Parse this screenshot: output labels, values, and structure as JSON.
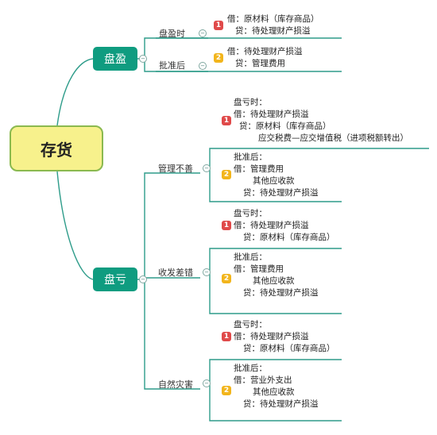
{
  "root": "存货",
  "colors": {
    "line": "#2e9c8a",
    "node": "#0f9c80",
    "root_fill": "#f7f18c",
    "root_border": "#8ab94f",
    "badge1": "#e04a4a",
    "badge2": "#f2b51c"
  },
  "icons": {
    "toggle": "minus-circle-icon",
    "priority1": "priority-1-icon",
    "priority2": "priority-2-icon"
  },
  "surplus": {
    "label": "盘盈",
    "found": {
      "label": "盘盈时",
      "badge": "1",
      "lines": [
        "借：原材料（库存商品）",
        "贷：待处理财产损溢"
      ]
    },
    "approved": {
      "label": "批准后",
      "badge": "2",
      "lines": [
        "借：待处理财产损溢",
        "贷：管理费用"
      ]
    }
  },
  "deficit": {
    "label": "盘亏",
    "mismanage": {
      "label": "管理不善",
      "found": {
        "badge": "1",
        "lines": [
          "盘亏时：",
          "借：待处理财产损溢",
          "贷：原材料（库存商品）",
          "应交税费—应交增值税（进项税额转出）"
        ]
      },
      "approved": {
        "badge": "2",
        "lines": [
          "批准后：",
          "借：管理费用",
          "其他应收款",
          "贷：待处理财产损溢"
        ]
      }
    },
    "shipping_error": {
      "label": "收发差错",
      "found": {
        "badge": "1",
        "lines": [
          "盘亏时：",
          "借：待处理财产损溢",
          "贷：原材料（库存商品）"
        ]
      },
      "approved": {
        "badge": "2",
        "lines": [
          "批准后：",
          "借：管理费用",
          "其他应收款",
          "贷：待处理财产损溢"
        ]
      }
    },
    "disaster": {
      "label": "自然灾害",
      "found": {
        "badge": "1",
        "lines": [
          "盘亏时：",
          "借：待处理财产损溢",
          "贷：原材料（库存商品）"
        ]
      },
      "approved": {
        "badge": "2",
        "lines": [
          "批准后：",
          "借：营业外支出",
          "其他应收款",
          "贷：待处理财产损溢"
        ]
      }
    }
  }
}
